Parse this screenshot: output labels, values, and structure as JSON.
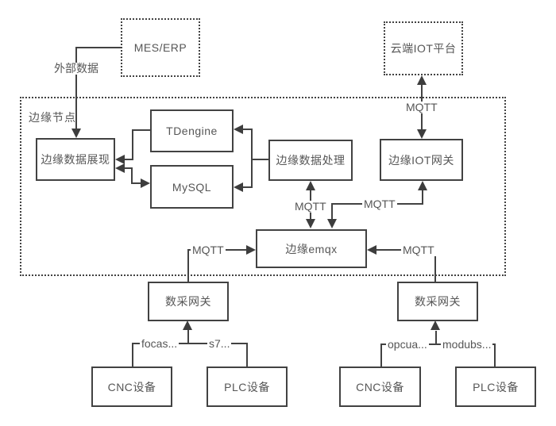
{
  "nodes": {
    "mes_erp": "MES/ERP",
    "cloud_iot_platform": "云端IOT平台",
    "edge_node_container": "边缘节点",
    "edge_data_display": "边缘数据展现",
    "tdengine": "TDengine",
    "mysql": "MySQL",
    "edge_data_processing": "边缘数据处理",
    "edge_iot_gateway": "边缘IOT网关",
    "edge_emqx": "边缘emqx",
    "daq_gateway_left": "数采网关",
    "daq_gateway_right": "数采网关",
    "cnc_left": "CNC设备",
    "plc_left": "PLC设备",
    "cnc_right": "CNC设备",
    "plc_right": "PLC设备"
  },
  "edge_labels": {
    "external_data": "外部数据",
    "mqtt_cloud": "MQTT",
    "mqtt_processing": "MQTT",
    "mqtt_iot_gateway": "MQTT",
    "mqtt_gateway_left": "MQTT",
    "mqtt_gateway_right": "MQTT",
    "protocol_focas": "focas...",
    "protocol_s7": "s7...",
    "protocol_opcua": "opcua...",
    "protocol_modbus": "modubs..."
  },
  "colors": {
    "line": "#3d3d3d",
    "border": "#424242",
    "text": "#565656",
    "background": "#ffffff"
  }
}
